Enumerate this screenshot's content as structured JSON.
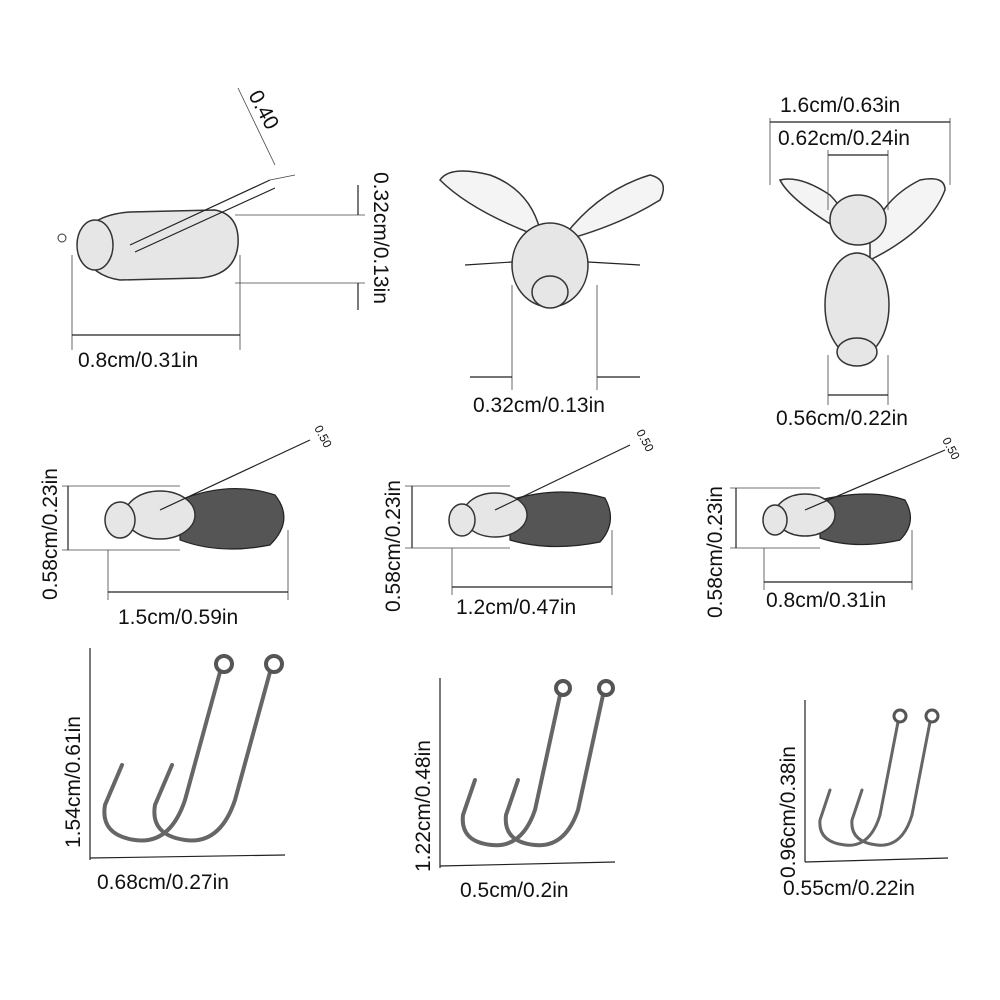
{
  "top_left": {
    "angle_label": "0.40",
    "height_label": "0.32cm/0.13in",
    "length_label": "0.8cm/0.31in"
  },
  "top_center": {
    "width_label": "0.32cm/0.13in"
  },
  "top_right": {
    "wingspan_label": "1.6cm/0.63in",
    "thorax_label": "0.62cm/0.24in",
    "abdomen_label": "0.56cm/0.22in"
  },
  "flies": [
    {
      "height_label": "0.58cm/0.23in",
      "length_label": "1.5cm/0.59in",
      "wire_label": "0.50"
    },
    {
      "height_label": "0.58cm/0.23in",
      "length_label": "1.2cm/0.47in",
      "wire_label": "0.50"
    },
    {
      "height_label": "0.58cm/0.23in",
      "length_label": "0.8cm/0.31in",
      "wire_label": "0.50"
    }
  ],
  "hooks": [
    {
      "height_label": "1.54cm/0.61in",
      "width_label": "0.68cm/0.27in"
    },
    {
      "height_label": "1.22cm/0.48in",
      "width_label": "0.5cm/0.2in"
    },
    {
      "height_label": "0.96cm/0.38in",
      "width_label": "0.55cm/0.22in"
    }
  ]
}
